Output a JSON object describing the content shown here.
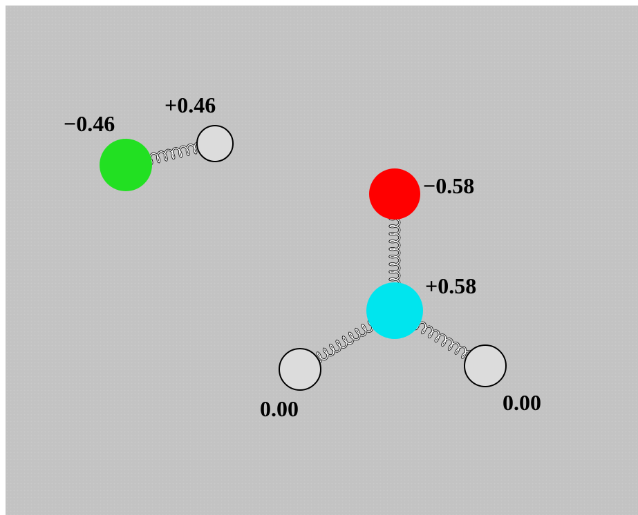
{
  "colors": {
    "background": "#c3c3c3",
    "chlorine": "#22e022",
    "oxygen": "#ff0000",
    "carbon": "#00e5ee",
    "hydrogen": "#dcdcdc"
  },
  "molecules": [
    {
      "atoms": [
        {
          "id": "cl",
          "color": "#22e022",
          "charge": "−0.46"
        },
        {
          "id": "h1",
          "color": "#dcdcdc",
          "charge": "+0.46"
        }
      ]
    },
    {
      "atoms": [
        {
          "id": "o",
          "color": "#ff0000",
          "charge": "−0.58"
        },
        {
          "id": "c",
          "color": "#00e5ee",
          "charge": "+0.58"
        },
        {
          "id": "h2",
          "color": "#dcdcdc",
          "charge": "0.00"
        },
        {
          "id": "h3",
          "color": "#dcdcdc",
          "charge": "0.00"
        }
      ]
    }
  ]
}
